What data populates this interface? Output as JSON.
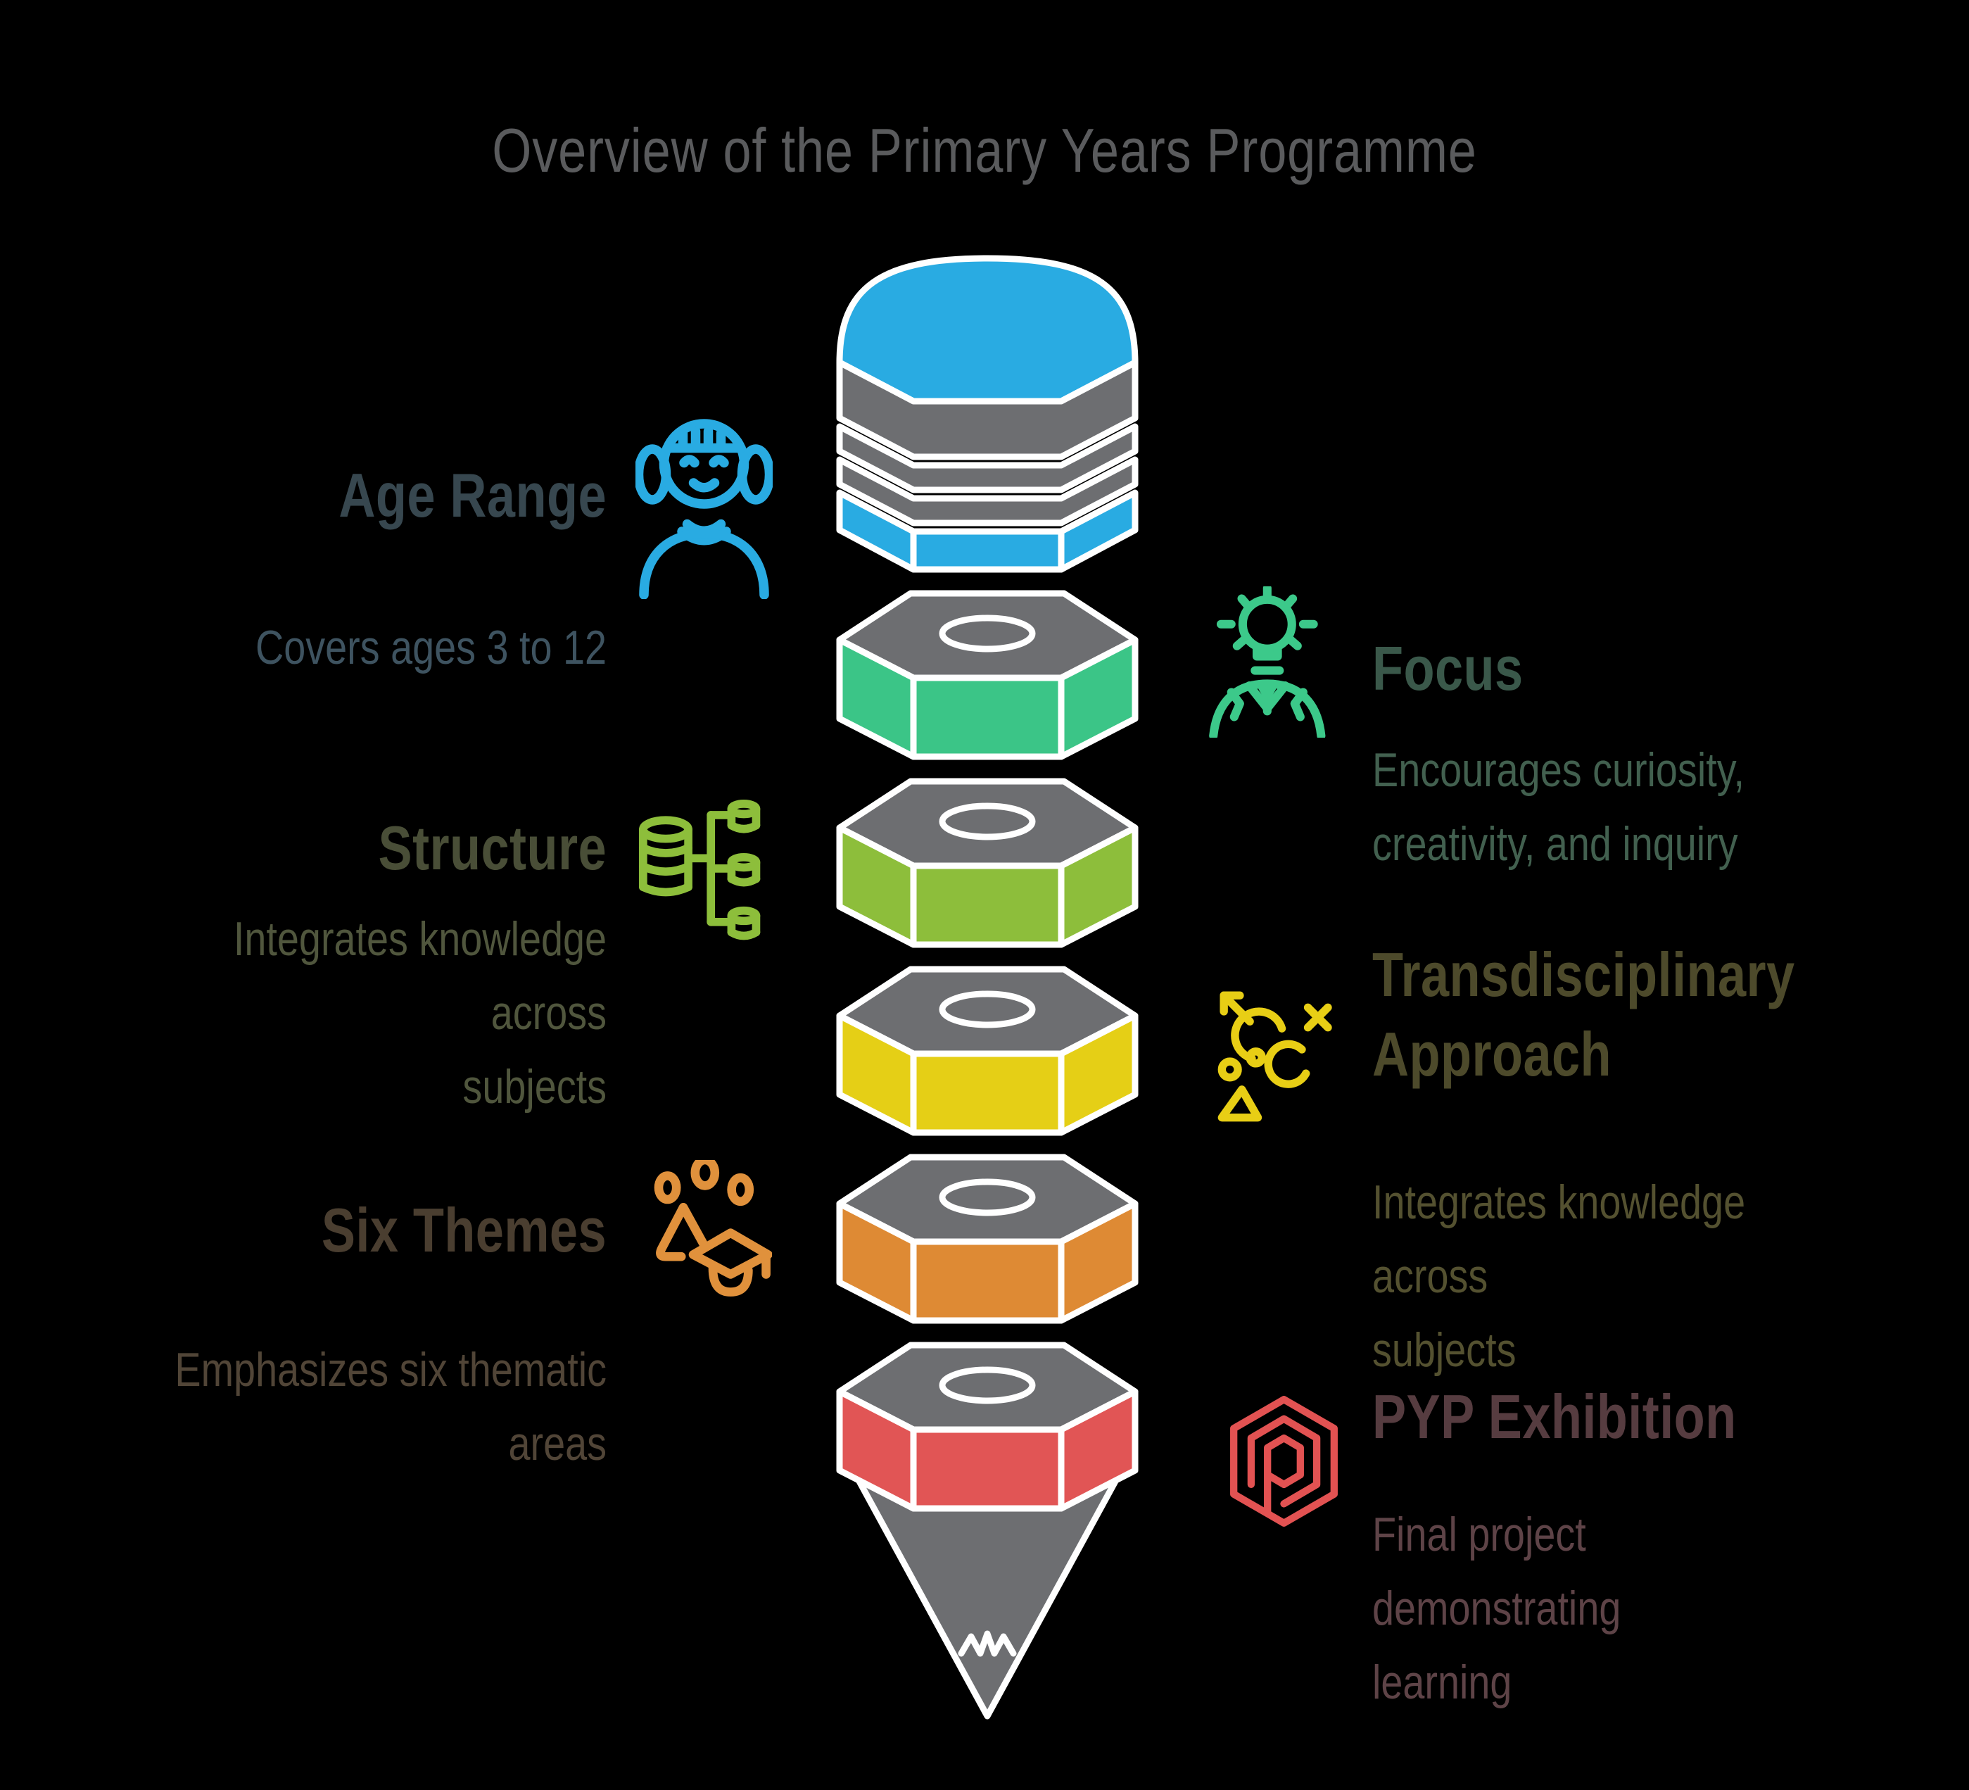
{
  "title": {
    "text": "Overview of the Primary Years Programme",
    "color": "#5A5B5D"
  },
  "pencil": {
    "outline_color": "#FFFFFF",
    "hardware_color": "#6D6E71",
    "tip_color": "#6D6E71",
    "segments": [
      {
        "name": "eraser-cap",
        "color": "#29ABE2"
      },
      {
        "name": "green-nut",
        "color": "#3BC587"
      },
      {
        "name": "olive-nut",
        "color": "#8DBE3B"
      },
      {
        "name": "yellow-nut",
        "color": "#E5CF16"
      },
      {
        "name": "orange-nut",
        "color": "#DE8A34"
      },
      {
        "name": "red-nut",
        "color": "#E15555"
      }
    ]
  },
  "sections": [
    {
      "id": "age-range",
      "side": "left",
      "heading_lines": [
        "Age Range"
      ],
      "body_lines": [
        "Covers ages 3 to 12"
      ],
      "icon": "girl-icon",
      "accent": "#29ABE2",
      "heading_color": "#37474F",
      "body_color": "#3E5360"
    },
    {
      "id": "focus",
      "side": "right",
      "heading_lines": [
        "Focus"
      ],
      "body_lines": [
        "Encourages curiosity,",
        "creativity, and inquiry"
      ],
      "icon": "idea-person-icon",
      "accent": "#3CC98A",
      "heading_color": "#3A584A",
      "body_color": "#42604F"
    },
    {
      "id": "structure",
      "side": "left",
      "heading_lines": [
        "Structure"
      ],
      "body_lines": [
        "Integrates knowledge across",
        "subjects"
      ],
      "icon": "database-hierarchy-icon",
      "accent": "#8DBE3B",
      "heading_color": "#494E37",
      "body_color": "#50563D"
    },
    {
      "id": "transdisciplinary-approach",
      "side": "right",
      "heading_lines": [
        "Transdisciplinary",
        "Approach"
      ],
      "body_lines": [
        "Integrates knowledge across",
        "subjects"
      ],
      "icon": "gender-connections-icon",
      "accent": "#E8CE15",
      "heading_color": "#4D4A2B",
      "body_color": "#545130"
    },
    {
      "id": "six-themes",
      "side": "left",
      "heading_lines": [
        "Six Themes"
      ],
      "body_lines": [
        "Emphasizes six thematic",
        "areas"
      ],
      "icon": "graduation-cap-icon",
      "accent": "#E0913C",
      "heading_color": "#4A3E30",
      "body_color": "#514537"
    },
    {
      "id": "pyp-exhibition",
      "side": "right",
      "heading_lines": [
        "PYP Exhibition"
      ],
      "body_lines": [
        "Final project demonstrating",
        "learning"
      ],
      "icon": "hexagon-p-logo-icon",
      "accent": "#E25252",
      "heading_color": "#563C40",
      "body_color": "#5E4347"
    }
  ]
}
